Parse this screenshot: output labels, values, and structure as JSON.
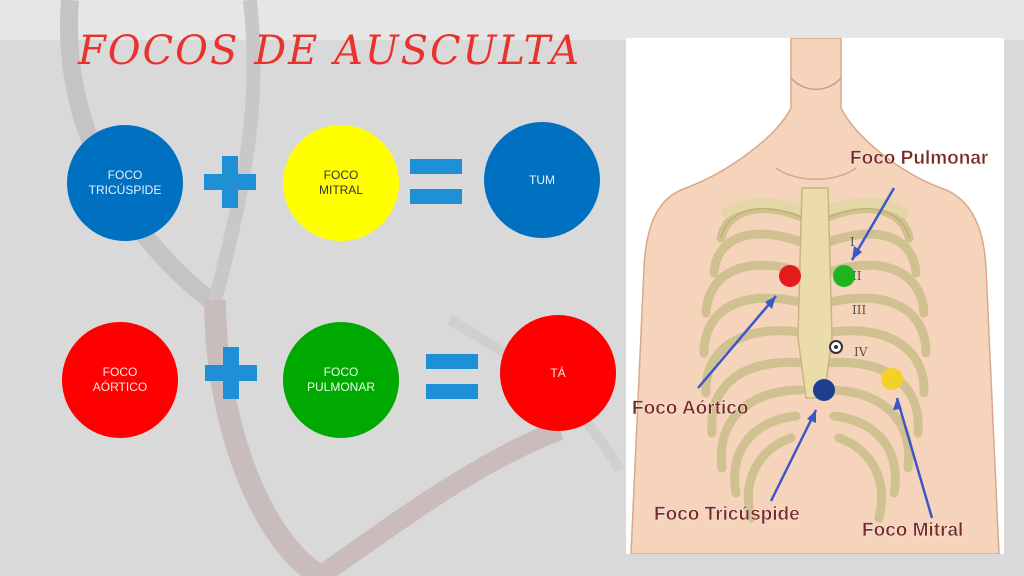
{
  "title": "FOCOS DE AUSCULTA",
  "row1": {
    "a": {
      "line1": "FOCO",
      "line2": "TRICÚSPIDE",
      "color": "#0070c0"
    },
    "b": {
      "line1": "FOCO",
      "line2": "MITRAL",
      "color": "#ffff00"
    },
    "result": {
      "text": "TUM",
      "color": "#0070c0"
    }
  },
  "row2": {
    "a": {
      "line1": "FOCO",
      "line2": "AÓRTICO",
      "color": "#ff0000"
    },
    "b": {
      "line1": "FOCO",
      "line2": "PULMONAR",
      "color": "#00a900"
    },
    "result": {
      "text": "TÁ",
      "color": "#ff0000"
    }
  },
  "diagram": {
    "labels": {
      "pulmonar": "Foco Pulmonar",
      "aortico": "Foco Aórtico",
      "tricuspide": "Foco Tricúspide",
      "mitral": "Foco Mitral"
    },
    "roman": [
      "I",
      "II",
      "III",
      "IV"
    ],
    "colors": {
      "accent": "#e8322b",
      "operator": "#1f8fd6",
      "arrow": "#3a58c8"
    }
  }
}
